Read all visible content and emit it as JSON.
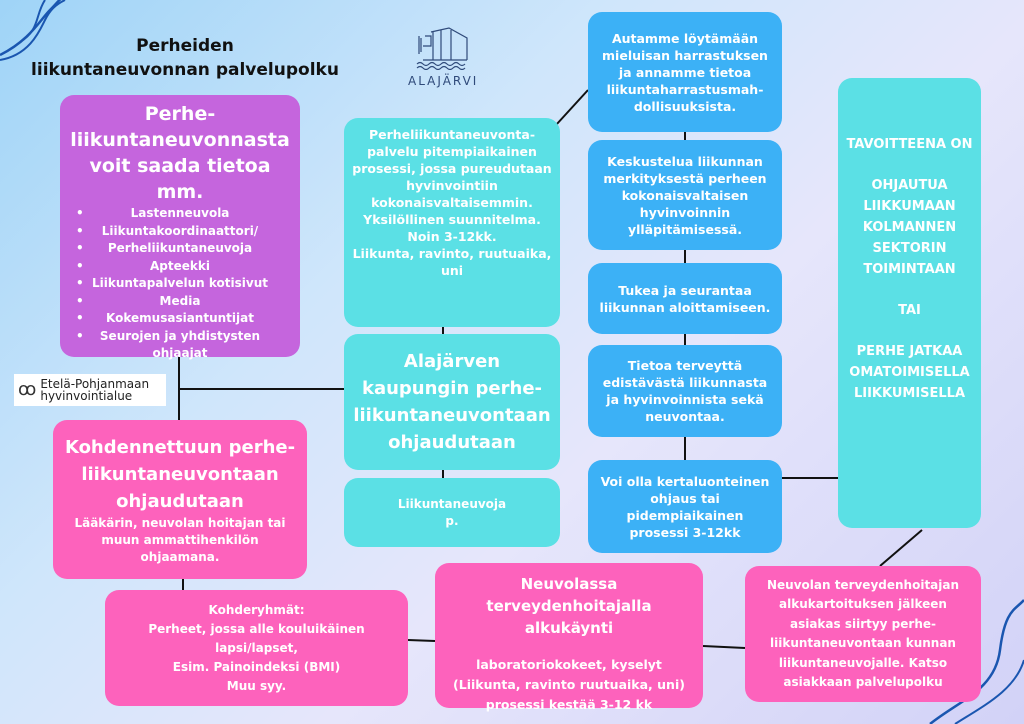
{
  "title": [
    "Perheiden",
    "liikuntaneuvonnan palvelupolku"
  ],
  "logos": {
    "alajarvi": "ALAJÄRVI",
    "wellbeing_area": [
      "Etelä-Pohjanmaan",
      "hyvinvointialue"
    ]
  },
  "info_box": {
    "heading": "Perhe-liikuntaneuvonnasta voit saada tietoa mm.",
    "items": [
      "Lastenneuvola",
      "Liikuntakoordinaattori/",
      "Perheliikuntaneuvoja",
      "Apteekki",
      "Liikuntapalvelun kotisivut",
      "Media",
      "Kokemusasiantuntijat",
      "Seurojen ja yhdistysten ohjaajat"
    ]
  },
  "process_box": {
    "text": "Perheliikuntaneuvonta-palvelu pitempiaikainen prosessi, jossa pureudutaan hyvinvointiin kokonaisvaltaisemmin. Yksilöllinen suunnitelma. Noin 3-12kk.",
    "text2": "Liikunta, ravinto, ruutuaika, uni"
  },
  "city_box": "Alajärven kaupungin perhe-liikuntaneuvontaan ohjaudutaan",
  "advisor_box": [
    "Liikuntaneuvoja",
    "p."
  ],
  "steps": [
    "Autamme löytämään mieluisan harrastuksen ja annamme tietoa liikuntaharrastusmah-dollisuuksista.",
    "Keskustelua liikunnan merkityksestä perheen kokonaisvaltaisen hyvinvoinnin ylläpitämisessä.",
    "Tukea ja seurantaa liikunnan aloittamiseen.",
    "Tietoa terveyttä edistävästä liikunnasta ja hyvinvoinnista sekä neuvontaa.",
    "Voi olla kertaluonteinen ohjaus tai pidempiaikainen prosessi 3-12kk"
  ],
  "goal_box": [
    "TAVOITTEENA ON",
    "OHJAUTUA LIIKKUMAAN KOLMANNEN SEKTORIN TOIMINTAAN",
    "TAI",
    "PERHE JATKAA OMATOIMISELLA LIIKKUMISELLA"
  ],
  "targeted_box": {
    "heading": "Kohdennettuun perhe-liikuntaneuvontaan ohjaudutaan",
    "text": "Lääkärin, neuvolan hoitajan tai muun ammattihenkilön ohjaamana."
  },
  "target_groups": [
    "Kohderyhmät:",
    "Perheet, jossa alle kouluikäinen lapsi/lapset,",
    "Esim. Painoindeksi (BMI)",
    "Muu syy."
  ],
  "clinic_visit": {
    "heading": "Neuvolassa terveydenhoitajalla alkukäynti",
    "text": "laboratoriokokeet, kyselyt (Liikunta, ravinto ruutuaika, uni) prosessi kestää 3-12 kk"
  },
  "clinic_after": "Neuvolan terveydenhoitajan alkukartoituksen jälkeen asiakas siirtyy  perhe-liikuntaneuvontaan kunnan liikuntaneuvojalle. Katso asiakkaan palvelupolku"
}
